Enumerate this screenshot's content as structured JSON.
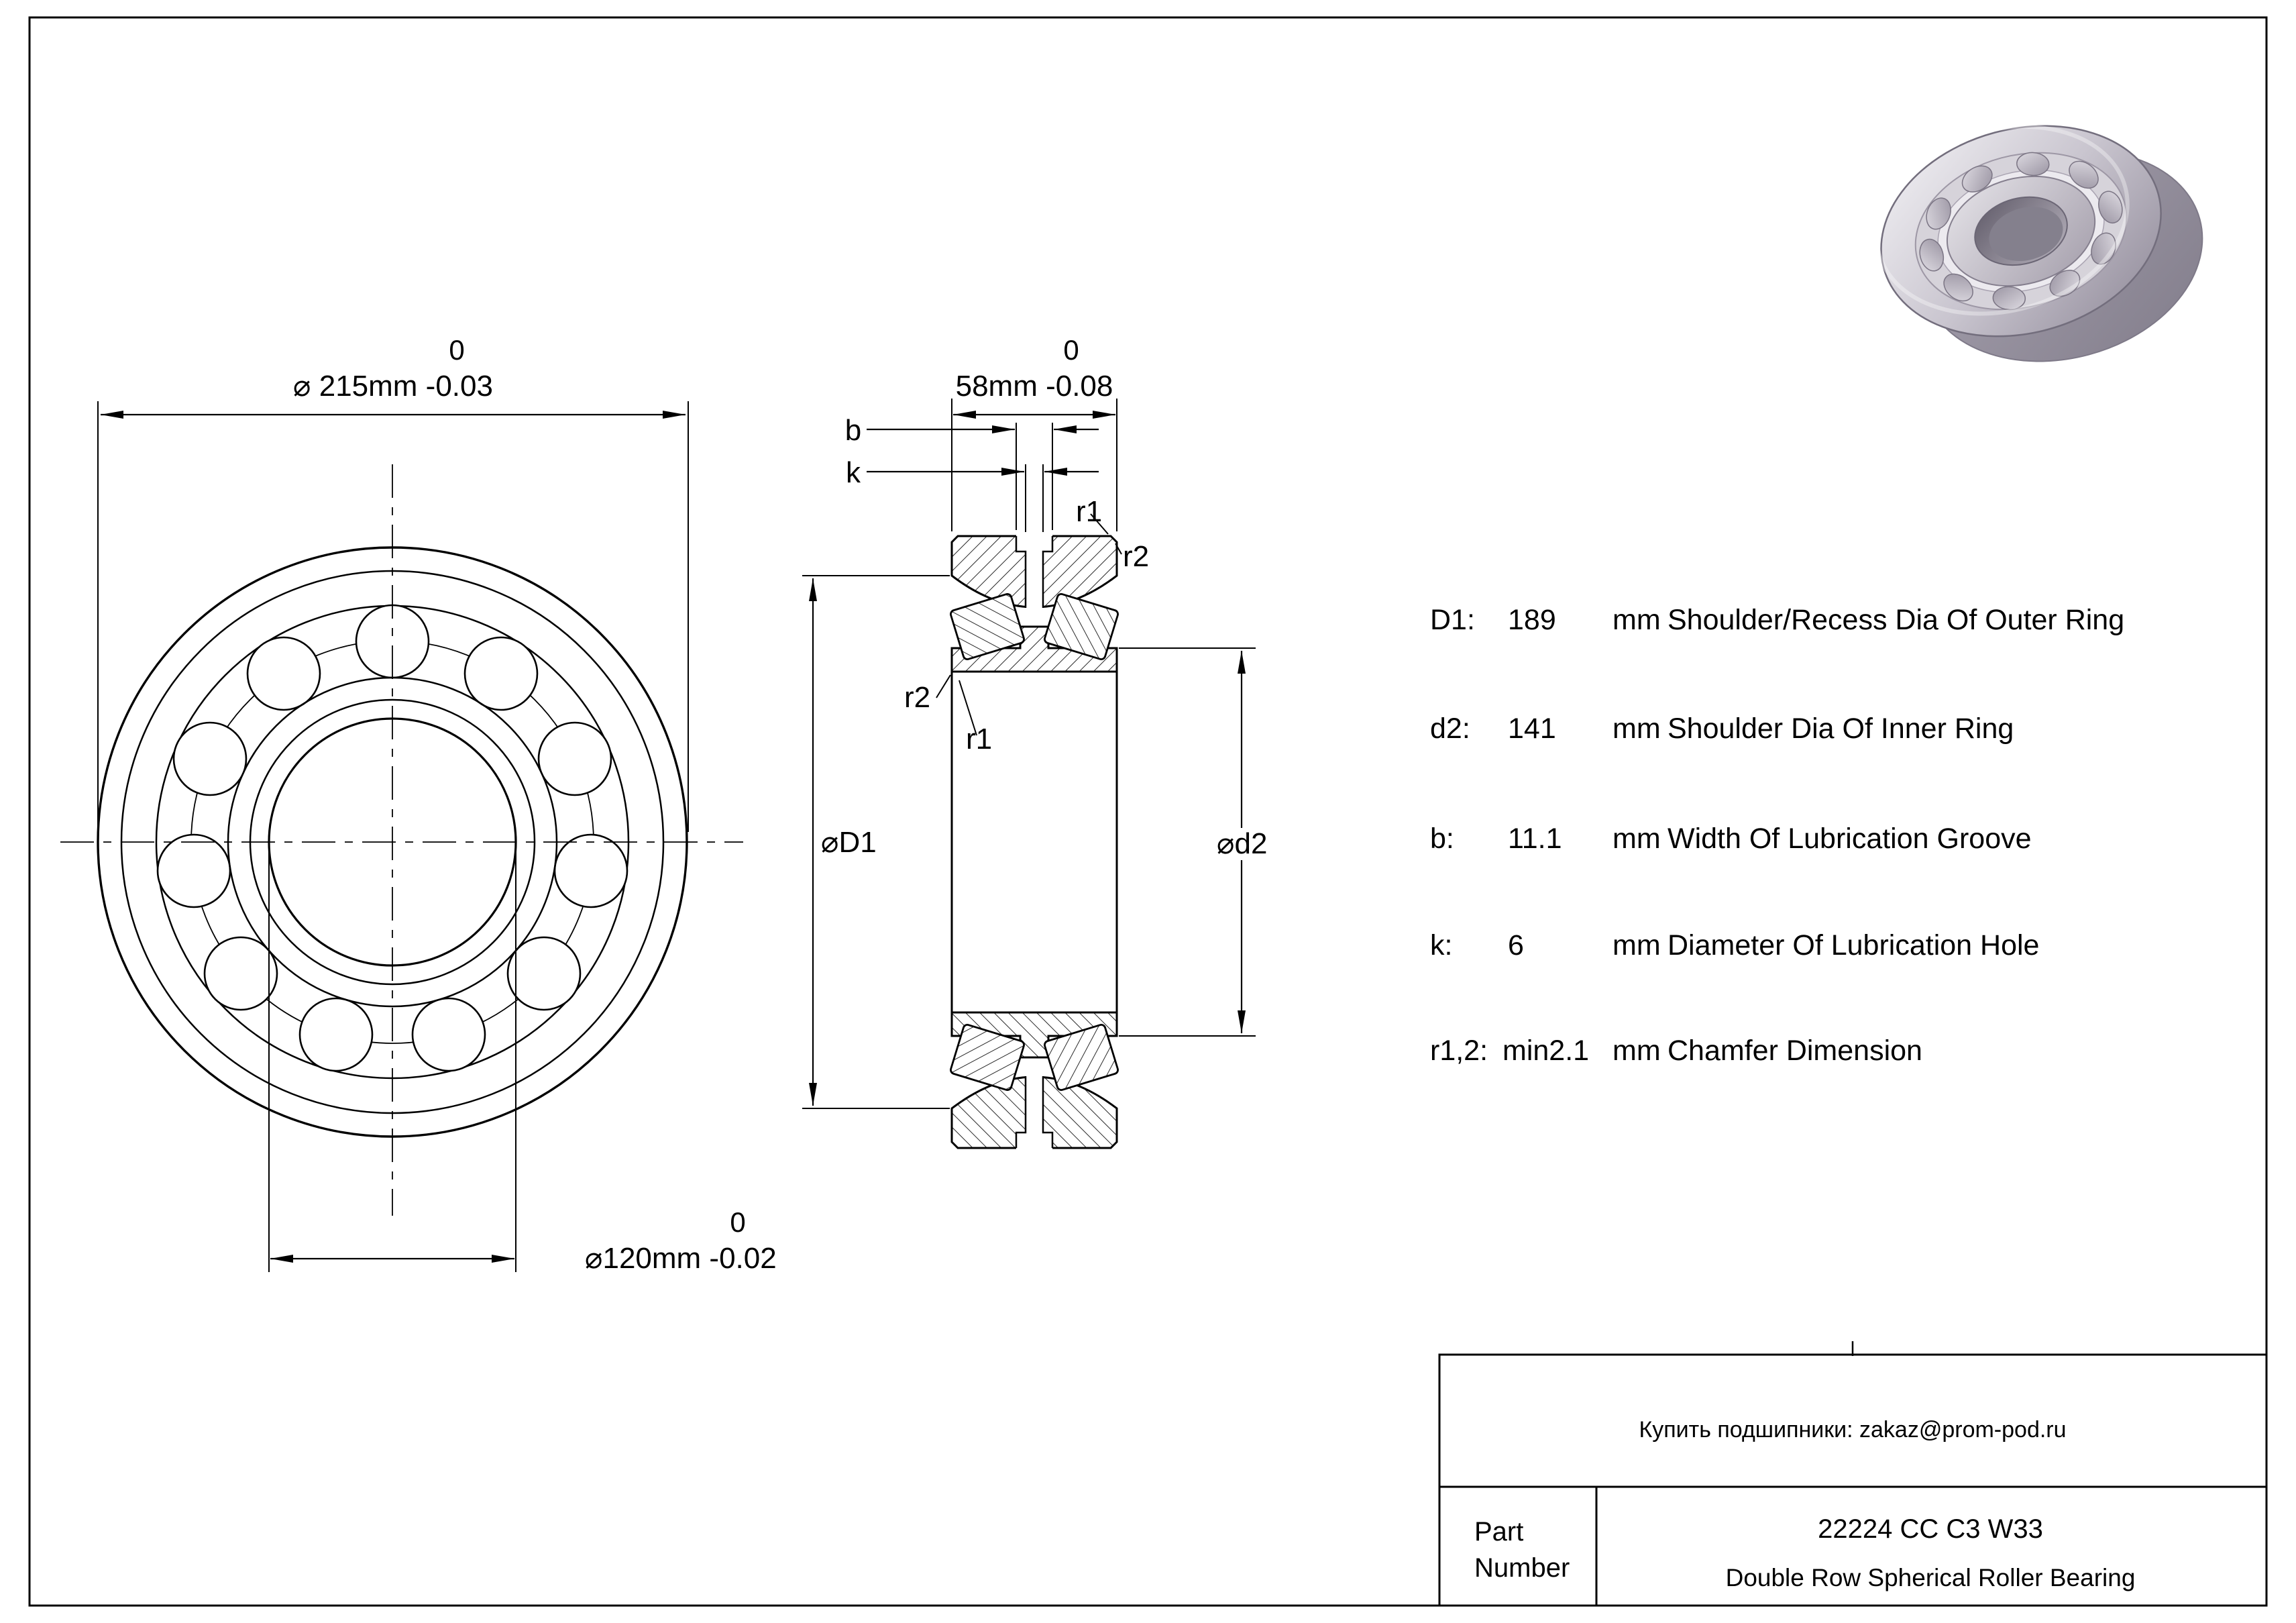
{
  "front_view": {
    "od_dim": {
      "tolerance_upper": "0",
      "label": "⌀ 215mm -0.03"
    },
    "bore_dim": {
      "tolerance_upper": "0",
      "label": "⌀120mm -0.02"
    }
  },
  "section_view": {
    "width_dim": {
      "tolerance_upper": "0",
      "label": "58mm -0.08"
    },
    "groove_width_label": "b",
    "hole_dia_label": "k",
    "chamfer_r1_top": "r1",
    "chamfer_r2_top": "r2",
    "chamfer_r2_side": "r2",
    "chamfer_r1_side": "r1",
    "outer_shoulder_label": "⌀D1",
    "inner_shoulder_label": "⌀d2"
  },
  "specs": {
    "rows": [
      {
        "name": "D1:",
        "value": "189",
        "unit": "mm",
        "desc": "Shoulder/Recess Dia Of Outer Ring"
      },
      {
        "name": "d2:",
        "value": "141",
        "unit": "mm",
        "desc": "Shoulder Dia Of Inner Ring"
      },
      {
        "name": "b:",
        "value": "11.1",
        "unit": "mm",
        "desc": "Width Of Lubrication Groove"
      },
      {
        "name": "k:",
        "value": "6",
        "unit": "mm",
        "desc": "Diameter Of Lubrication Hole"
      },
      {
        "name": "r1,2:",
        "value": "min2.1",
        "unit": "mm",
        "desc": "Chamfer Dimension"
      }
    ]
  },
  "title_block": {
    "contact": "Купить подшипники: zakaz@prom-pod.ru",
    "part_label_line1": "Part",
    "part_label_line2": "Number",
    "part_number": "22224 CC C3 W33",
    "description": "Double Row Spherical Roller Bearing"
  }
}
